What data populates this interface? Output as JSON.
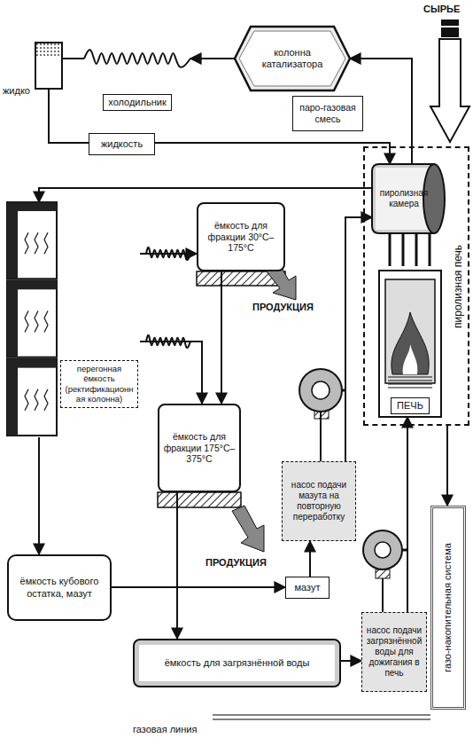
{
  "diagram": {
    "nodes": [
      {
        "text": [
          "холодильник"
        ]
      },
      {
        "text": [
          "колонна катализатора"
        ]
      },
      {
        "text": [
          "паро-газовая смесь"
        ]
      },
      {
        "text": [
          "жидкость"
        ]
      },
      {
        "text": [
          "пиролизная печь"
        ]
      },
      {
        "text": [
          "пиролизная камера"
        ],
        "in": 4
      },
      {
        "text": [
          "ПЕЧЬ"
        ],
        "in": 4
      },
      {
        "text": [
          "ёмкость для фракции 30°С–175°С"
        ]
      },
      {
        "text": [
          "перегонная ёмкость (ректификационная колонна)"
        ]
      },
      {
        "text": [
          "ёмкость для фракции 175°С–375°С"
        ]
      },
      {
        "text": [
          "насос подачи мазута на повторную переработку"
        ]
      },
      {
        "text": [
          "ёмкость кубового остатка, мазут"
        ]
      },
      {
        "text": [
          "мазут"
        ]
      },
      {
        "text": [
          "насос подачи загрязнённой воды для дожигания в печь"
        ]
      },
      {
        "text": [
          "газо-накопительная система"
        ]
      },
      {
        "text": [
          "ёмкость для загрязнённой воды"
        ]
      }
    ],
    "edges": [
      {
        "from": 5,
        "to": 1,
        "arrow": "to"
      },
      {
        "from": 1,
        "to": 0,
        "arrow": "to"
      },
      {
        "from": 3,
        "to": 5,
        "arrow": "to"
      },
      {
        "from": 5,
        "to": 8,
        "arrow": "to"
      },
      {
        "from": 8,
        "to": 7,
        "arrow": "to"
      },
      {
        "from": 8,
        "to": 9,
        "arrow": "to"
      },
      {
        "from": 7,
        "to": 9,
        "arrow": "to"
      },
      {
        "from": 9,
        "to": 15,
        "arrow": "to"
      },
      {
        "from": 8,
        "to": 11,
        "arrow": "to"
      },
      {
        "from": 11,
        "to": 12,
        "arrow": "to"
      },
      {
        "from": 12,
        "to": 10,
        "arrow": "to"
      },
      {
        "from": 10,
        "to": 5,
        "arrow": "to"
      },
      {
        "from": 15,
        "to": 13,
        "arrow": "to"
      },
      {
        "from": 13,
        "to": 6,
        "arrow": "to"
      },
      {
        "from": 4,
        "to": 14,
        "arrow": "to"
      }
    ],
    "labels": [
      "СЫРЬЕ",
      "жидко",
      "ПРОДУКЦИЯ",
      "ПРОДУКЦИЯ",
      "газовая линия"
    ]
  }
}
